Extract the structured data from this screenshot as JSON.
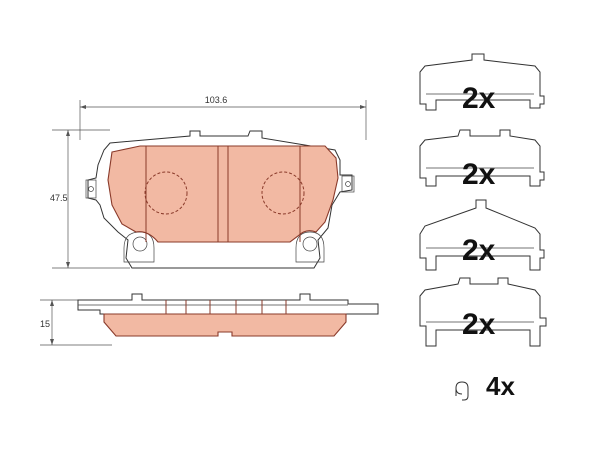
{
  "dimensions": {
    "width_label": "103.6",
    "height_label": "47.5",
    "thickness_label": "15"
  },
  "quantities": {
    "clip_1": "2x",
    "clip_2": "2x",
    "clip_3": "2x",
    "clip_4": "2x",
    "spring": "4x"
  },
  "colors": {
    "pad_fill": "#f2b9a3",
    "pad_stroke": "#8a3a2a",
    "outline": "#333333"
  },
  "icons": {
    "spring": "spring-clip-icon"
  }
}
